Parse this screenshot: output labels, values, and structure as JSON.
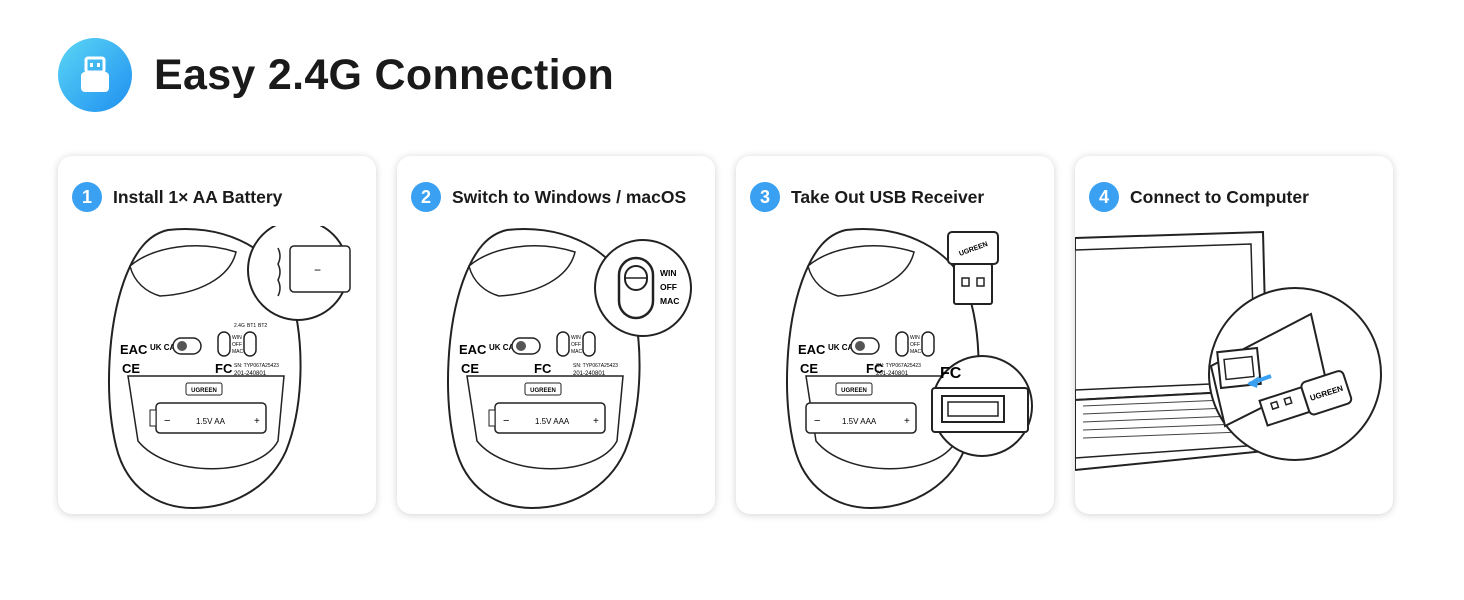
{
  "title": "Easy 2.4G Connection",
  "header_icon": "usb-receiver-icon",
  "accent_color": "#3aa1f2",
  "steps": [
    {
      "number": "1",
      "label": "Install 1× AA Battery",
      "illustration": {
        "cert_marks": [
          "EAC",
          "UK CA",
          "CE",
          "FC"
        ],
        "mode_labels": [
          "2.4G",
          "BT1",
          "BT2"
        ],
        "switch_labels": [
          "WIN",
          "OFF",
          "MAC"
        ],
        "brand": "UGREEN",
        "serial": "SN: TYP067A25423",
        "model_code": "201-240801",
        "battery_label": "1.5V   AA",
        "battery_minus": "−",
        "battery_plus": "+",
        "zoom_minus": "−"
      }
    },
    {
      "number": "2",
      "label": "Switch to Windows / macOS",
      "illustration": {
        "cert_marks": [
          "EAC",
          "UK CA",
          "CE",
          "FC"
        ],
        "switch_labels": [
          "WIN",
          "OFF",
          "MAC"
        ],
        "brand": "UGREEN",
        "serial": "SN: TYP067A25423",
        "model_code": "201-240801",
        "battery_label": "1.5V   AAA",
        "battery_minus": "−",
        "battery_plus": "+",
        "zoom_labels": [
          "WIN",
          "OFF",
          "MAC"
        ]
      }
    },
    {
      "number": "3",
      "label": "Take Out USB Receiver",
      "illustration": {
        "cert_marks": [
          "EAC",
          "UK CA",
          "CE",
          "FC"
        ],
        "switch_labels": [
          "WIN",
          "OFF",
          "MAC"
        ],
        "brand": "UGREEN",
        "serial": "SN: TYP067A25423",
        "model_code": "201-240801",
        "battery_label": "1.5V   AAA",
        "battery_minus": "−",
        "battery_plus": "+",
        "receiver_brand": "UGREEN",
        "zoom_mark": "FC"
      }
    },
    {
      "number": "4",
      "label": "Connect to Computer",
      "illustration": {
        "receiver_brand": "UGREEN"
      }
    }
  ]
}
